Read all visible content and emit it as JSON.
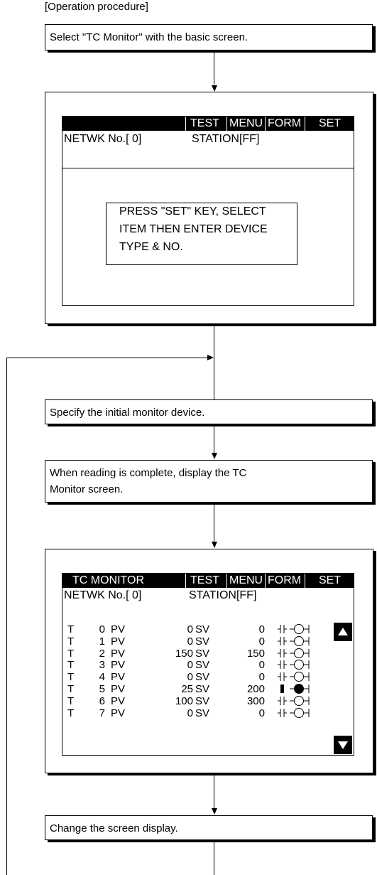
{
  "heading": "[Operation procedure]",
  "steps": {
    "step1": "Select \"TC Monitor\" with the basic screen.",
    "step2": "Specify the initial monitor device.",
    "step3_line1": "When reading is complete, display the TC",
    "step3_line2": "Monitor screen.",
    "step4": "Change the screen display."
  },
  "basic_screen": {
    "menu": [
      "TEST",
      "MENU",
      "FORM",
      "SET"
    ],
    "netwk": "NETWK No.[   0]",
    "station": "STATION[FF]",
    "message": [
      "PRESS \"SET\" KEY, SELECT",
      "ITEM THEN ENTER DEVICE",
      "TYPE & NO."
    ]
  },
  "tc_monitor": {
    "title": "TC MONITOR",
    "menu": [
      "TEST",
      "MENU",
      "FORM",
      "SET"
    ],
    "netwk": "NETWK No.[  0]",
    "station": "STATION[FF]",
    "rows": [
      {
        "dev": "T",
        "no": "0",
        "pv_label": "PV",
        "pv": "0",
        "sv_label": "SV",
        "sv": "0",
        "contact": "open",
        "coil": "off"
      },
      {
        "dev": "T",
        "no": "1",
        "pv_label": "PV",
        "pv": "0",
        "sv_label": "SV",
        "sv": "0",
        "contact": "open",
        "coil": "off"
      },
      {
        "dev": "T",
        "no": "2",
        "pv_label": "PV",
        "pv": "150",
        "sv_label": "SV",
        "sv": "150",
        "contact": "open",
        "coil": "off"
      },
      {
        "dev": "T",
        "no": "3",
        "pv_label": "PV",
        "pv": "0",
        "sv_label": "SV",
        "sv": "0",
        "contact": "open",
        "coil": "off"
      },
      {
        "dev": "T",
        "no": "4",
        "pv_label": "PV",
        "pv": "0",
        "sv_label": "SV",
        "sv": "0",
        "contact": "open",
        "coil": "off"
      },
      {
        "dev": "T",
        "no": "5",
        "pv_label": "PV",
        "pv": "25",
        "sv_label": "SV",
        "sv": "200",
        "contact": "closed",
        "coil": "on"
      },
      {
        "dev": "T",
        "no": "6",
        "pv_label": "PV",
        "pv": "100",
        "sv_label": "SV",
        "sv": "300",
        "contact": "open",
        "coil": "off"
      },
      {
        "dev": "T",
        "no": "7",
        "pv_label": "PV",
        "pv": "0",
        "sv_label": "SV",
        "sv": "0",
        "contact": "open",
        "coil": "off"
      }
    ],
    "scroll_up_icon": "triangle-up",
    "scroll_down_icon": "triangle-down"
  }
}
